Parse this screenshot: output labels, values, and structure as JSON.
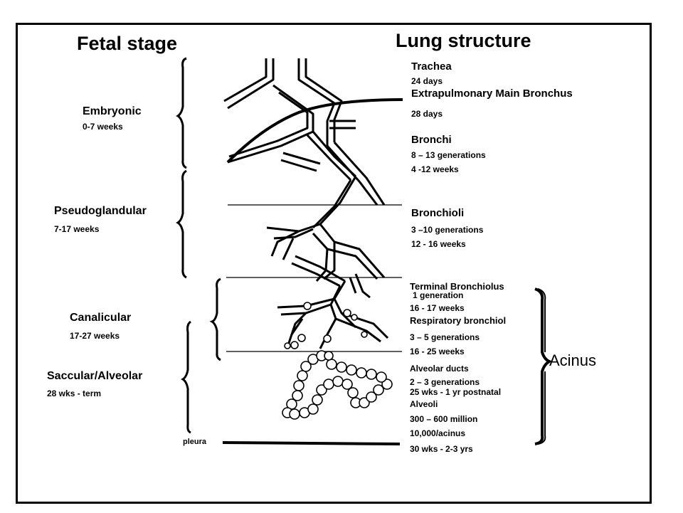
{
  "headings": {
    "fetal_stage": "Fetal stage",
    "lung_structure": "Lung structure"
  },
  "stages": [
    {
      "name": "Embryonic",
      "duration": "0-7 weeks"
    },
    {
      "name": "Pseudoglandular",
      "duration": "7-17 weeks"
    },
    {
      "name": "Canalicular",
      "duration": "17-27 weeks"
    },
    {
      "name": "Saccular/Alveolar",
      "duration": "28 wks - term"
    }
  ],
  "structures": {
    "trachea": {
      "name": "Trachea",
      "detail": "24 days"
    },
    "main_bronchus": {
      "name": "Extrapulmonary Main Bronchus",
      "detail": "28 days"
    },
    "bronchi": {
      "name": "Bronchi",
      "detail1": "8 – 13 generations",
      "detail2": "4 -12 weeks"
    },
    "bronchioli": {
      "name": "Bronchioli",
      "detail1": "3 –10 generations",
      "detail2": "12 - 16 weeks"
    },
    "terminal": {
      "name": "Terminal Bronchiolus",
      "detail1": "1 generation",
      "detail2": "16 - 17 weeks"
    },
    "respiratory": {
      "name": "Respiratory bronchiol",
      "detail1": "3 – 5 generations",
      "detail2": "16 - 25 weeks"
    },
    "alveolar_ducts": {
      "name": "Alveolar ducts",
      "detail1": "2 – 3 generations",
      "detail2": "25 wks - 1 yr postnatal"
    },
    "alveoli": {
      "name": "Alveoli",
      "detail1": "300 – 600 million",
      "detail2": "10,000/acinus",
      "detail3": "30 wks - 2-3 yrs"
    }
  },
  "acinus_label": "Acinus",
  "pleura_label": "pleura"
}
